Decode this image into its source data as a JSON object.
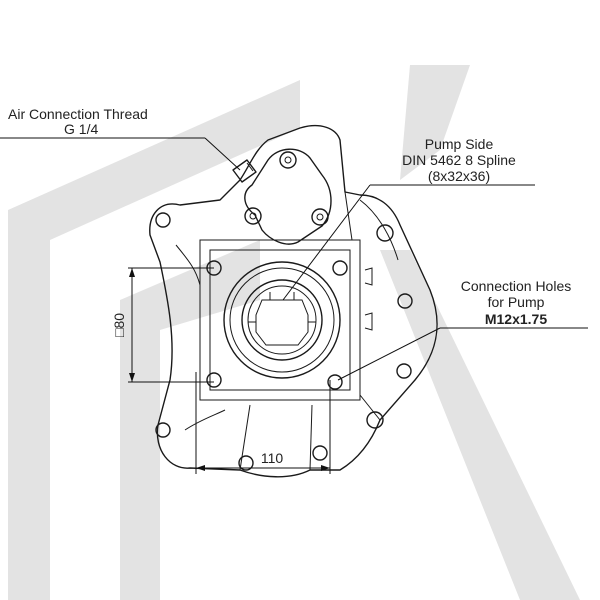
{
  "callouts": {
    "air": {
      "title": "Air Connection Thread",
      "value": "G 1/4"
    },
    "pump_side": {
      "title": "Pump Side",
      "standard": "DIN 5462 8 Spline",
      "spec": "(8x32x36)"
    },
    "connection_holes": {
      "title": "Connection Holes",
      "subtitle": "for Pump",
      "thread": "M12x1.75"
    }
  },
  "dimensions": {
    "square": "□80",
    "width": "110"
  },
  "colors": {
    "line": "#1a1a1a",
    "watermark": "#e3e3e3",
    "text": "#222222"
  }
}
